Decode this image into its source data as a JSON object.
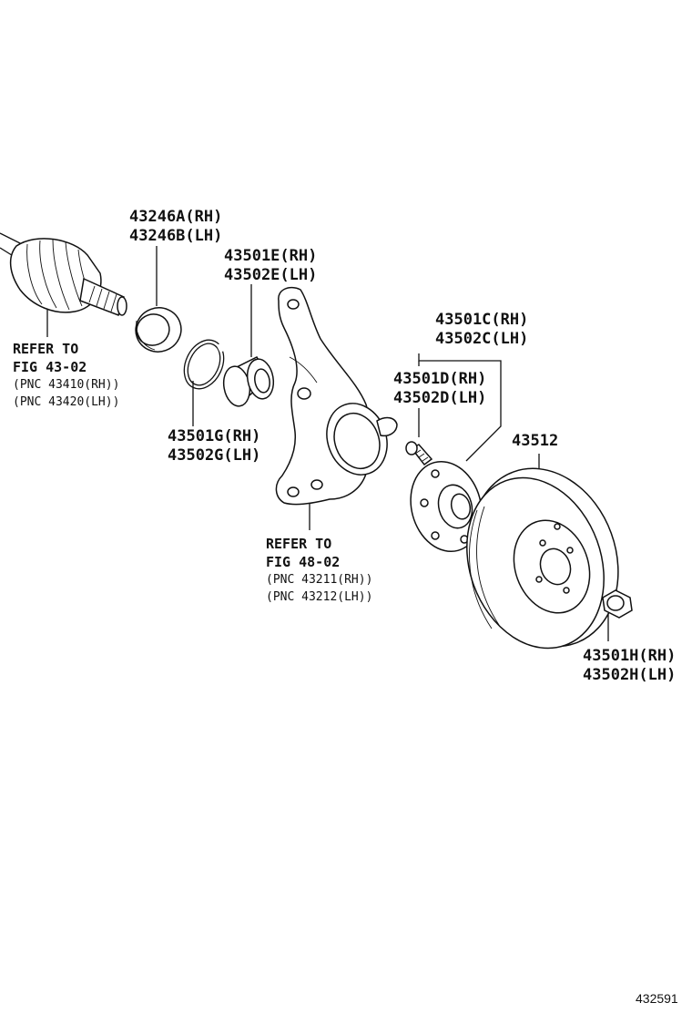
{
  "parts": {
    "p43246a": "43246A(RH)",
    "p43246b": "43246B(LH)",
    "p43501e": "43501E(RH)",
    "p43502e": "43502E(LH)",
    "p43501c": "43501C(RH)",
    "p43502c": "43502C(LH)",
    "p43501d": "43501D(RH)",
    "p43502d": "43502D(LH)",
    "p43512": "43512",
    "p43501g": "43501G(RH)",
    "p43502g": "43502G(LH)",
    "p43501h": "43501H(RH)",
    "p43502h": "43502H(LH)"
  },
  "refs": {
    "driveshaft": {
      "line1": "REFER TO",
      "line2": "FIG 43-02",
      "line3": "(PNC 43410(RH))",
      "line4": "(PNC 43420(LH))"
    },
    "knuckle": {
      "line1": "REFER TO",
      "line2": "FIG 48-02",
      "line3": "(PNC 43211(RH))",
      "line4": "(PNC 43212(LH))"
    }
  },
  "figure_id": "432591"
}
